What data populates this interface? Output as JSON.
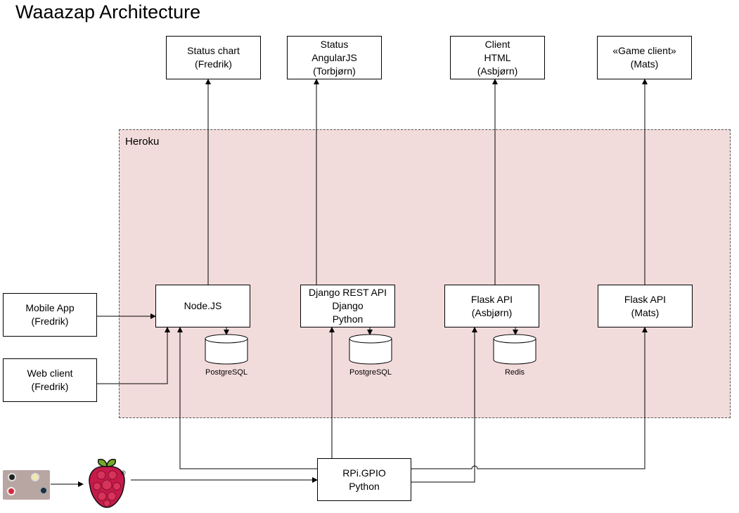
{
  "title": "Waaazap Architecture",
  "region": {
    "label": "Heroku"
  },
  "top_boxes": [
    {
      "lines": [
        "Status chart",
        "(Fredrik)"
      ]
    },
    {
      "lines": [
        "Status",
        "AngularJS",
        "(Torbjørn)"
      ]
    },
    {
      "lines": [
        "Client",
        "HTML",
        "(Asbjørn)"
      ]
    },
    {
      "lines": [
        "«Game client»",
        "(Mats)"
      ]
    }
  ],
  "services": [
    {
      "lines": [
        "Node.JS"
      ],
      "database": "PostgreSQL"
    },
    {
      "lines": [
        "Django REST API",
        "Django",
        "Python"
      ],
      "database": "PostgreSQL"
    },
    {
      "lines": [
        "Flask API",
        "(Asbjørn)"
      ],
      "database": "Redis"
    },
    {
      "lines": [
        "Flask API",
        "(Mats)"
      ]
    }
  ],
  "clients": [
    {
      "lines": [
        "Mobile App",
        "(Fredrik)"
      ]
    },
    {
      "lines": [
        "Web client",
        "(Fredrik)"
      ]
    }
  ],
  "gpio": {
    "lines": [
      "RPi.GPIO",
      "Python"
    ]
  },
  "raspberry_pi": {
    "icon": "raspberry-pi-logo-icon",
    "trademark": "®"
  },
  "button_device": {
    "icon": "button-panel-icon"
  },
  "colors": {
    "region_fill": "#f2dcdb",
    "raspberry_red": "#c51a4a",
    "leaf_green": "#75a928"
  }
}
